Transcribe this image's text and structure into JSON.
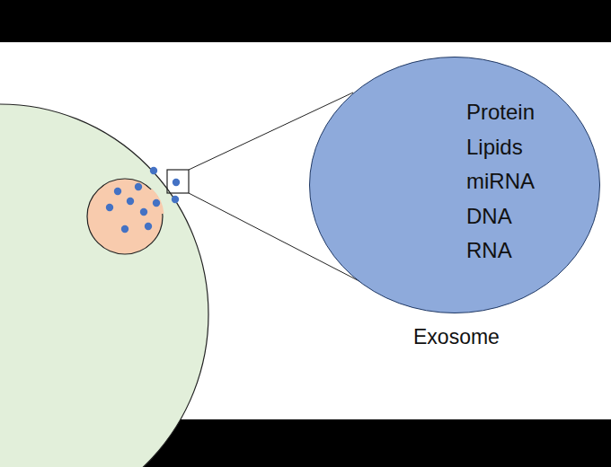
{
  "diagram": {
    "nodes": [
      {
        "text": [
          "Protein",
          "Lipids",
          "miRNA",
          "DNA",
          "RNA",
          "Exosome"
        ]
      }
    ]
  }
}
